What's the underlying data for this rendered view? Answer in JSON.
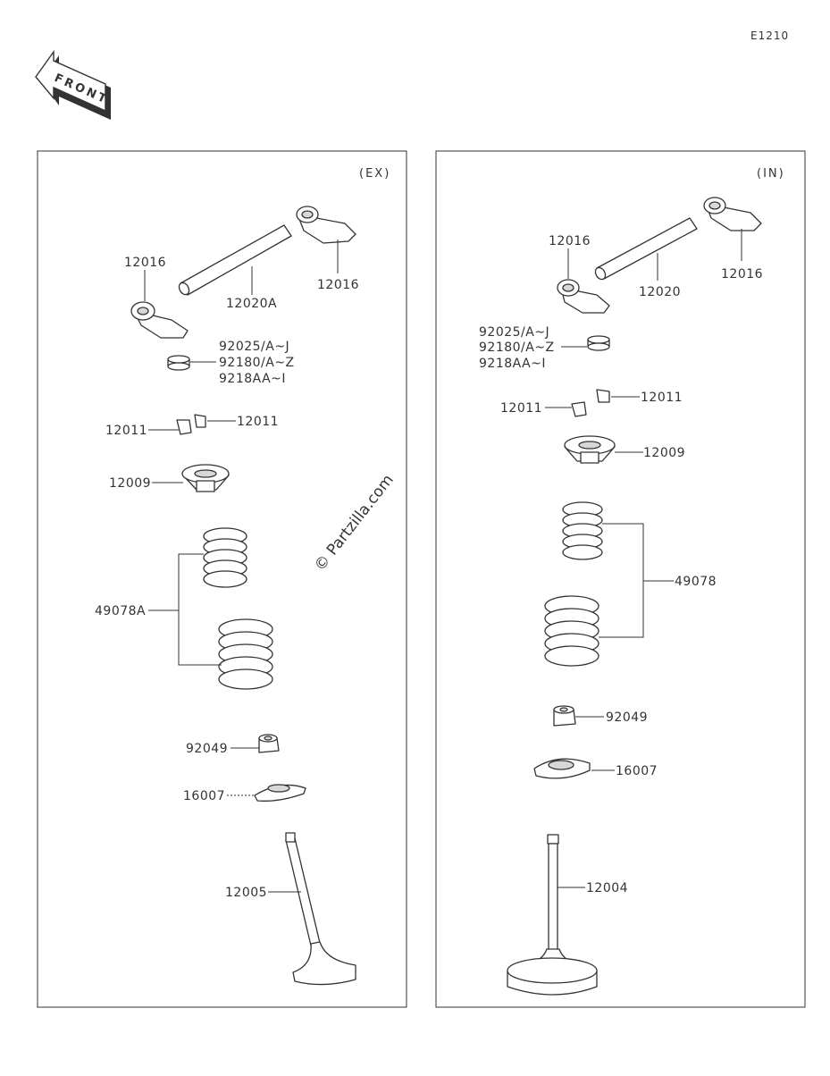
{
  "diagram_ref": "E1210",
  "front_label": "FRONT",
  "watermark": "© Partzilla.com",
  "panels": {
    "exhaust": {
      "title": "(EX)",
      "labels": {
        "rocker_left": "12016",
        "rocker_right": "12016",
        "shaft": "12020A",
        "shim_1": "92025/A~J",
        "shim_2": "92180/A~Z",
        "shim_3": "9218AA~I",
        "keeper_left": "12011",
        "keeper_right": "12011",
        "retainer": "12009",
        "spring": "49078A",
        "seal": "92049",
        "seat": "16007",
        "valve": "12005"
      }
    },
    "intake": {
      "title": "(IN)",
      "labels": {
        "rocker_left": "12016",
        "rocker_right": "12016",
        "shaft": "12020",
        "shim_1": "92025/A~J",
        "shim_2": "92180/A~Z",
        "shim_3": "9218AA~I",
        "keeper_left": "12011",
        "keeper_right": "12011",
        "retainer": "12009",
        "spring": "49078",
        "seal": "92049",
        "seat": "16007",
        "valve": "12004"
      }
    }
  }
}
